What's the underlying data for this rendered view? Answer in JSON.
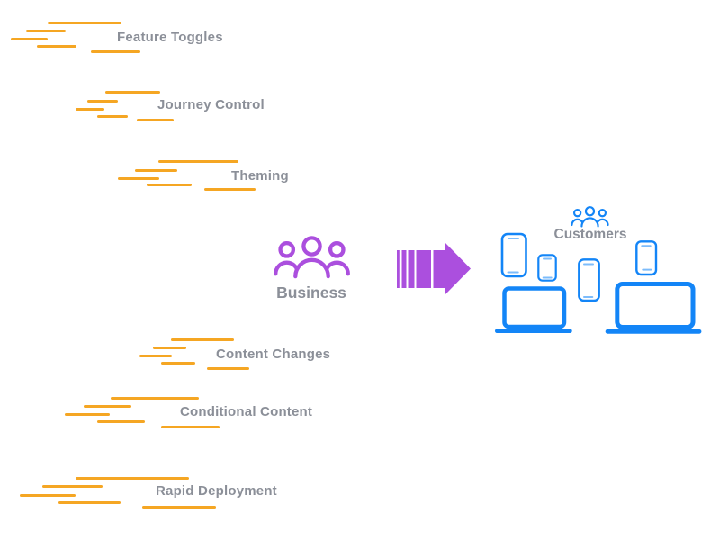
{
  "features": [
    {
      "label": "Feature Toggles"
    },
    {
      "label": "Journey Control"
    },
    {
      "label": "Theming"
    },
    {
      "label": "Content Changes"
    },
    {
      "label": "Conditional Content"
    },
    {
      "label": "Rapid Deployment"
    }
  ],
  "business": {
    "label": "Business",
    "icon": "people-group-icon"
  },
  "customers": {
    "label": "Customers",
    "icon": "people-group-icon",
    "devices": [
      "tablet",
      "small-phone",
      "medium-phone",
      "phone",
      "laptop",
      "large-laptop"
    ]
  },
  "flow": {
    "icon": "fast-forward-arrow-icon",
    "direction": "left-to-right"
  },
  "colors": {
    "speed_lines_orange": "#F5A623",
    "business_purple": "#AB4FDE",
    "customers_blue": "#1385F7",
    "label_gray": "#8B8F98"
  }
}
